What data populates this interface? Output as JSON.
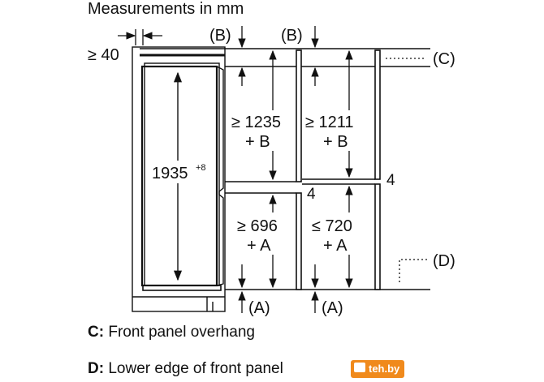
{
  "title": "Measurements in mm",
  "labels": {
    "gap_top": "≥ 40",
    "height_main": "1935",
    "height_main_sup": "+8",
    "b_left": "(B)",
    "b_right": "(B)",
    "c_marker": "(C)",
    "d_marker": "(D)",
    "a_left": "(A)",
    "a_right": "(A)",
    "upper_left_line1": "≥ 1235",
    "upper_left_line2": "+ B",
    "upper_right_line1": "≥ 1211",
    "upper_right_line2": "+ B",
    "lower_left_line1": "≥ 696",
    "lower_left_line2": "+ A",
    "lower_right_line1": "≤ 720",
    "lower_right_line2": "+ A",
    "gap_left": "4",
    "gap_right": "4"
  },
  "legend": {
    "c_key": "C:",
    "c_text": "Front panel overhang",
    "d_key": "D:",
    "d_text": "Lower edge of front panel"
  },
  "watermark": "teh.by",
  "colors": {
    "ink": "#111111",
    "watermark": "#f08a1c"
  }
}
